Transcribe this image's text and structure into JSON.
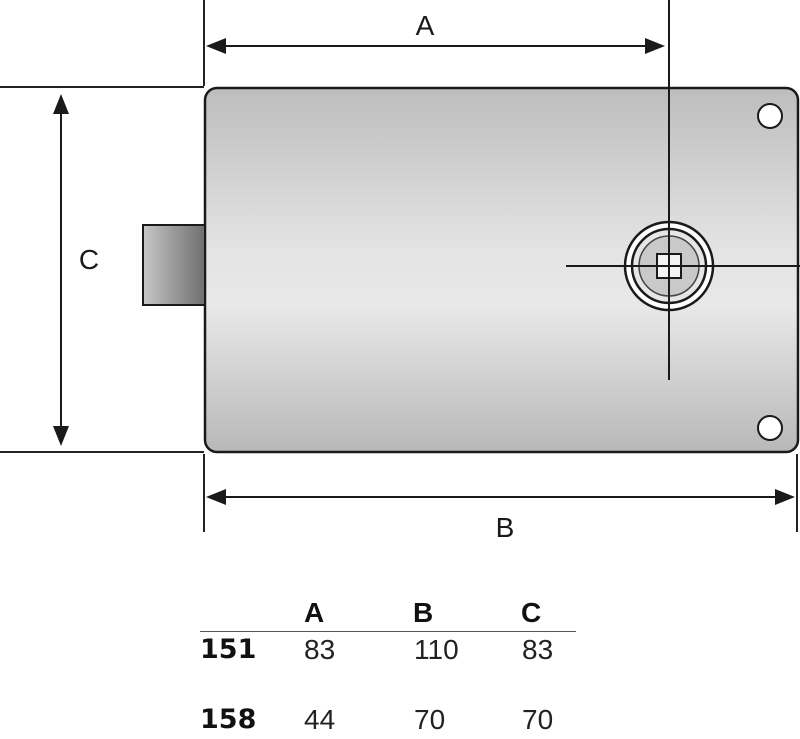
{
  "diagram": {
    "labels": {
      "a": "A",
      "b": "B",
      "c": "C"
    }
  },
  "table": {
    "headers": [
      "A",
      "B",
      "C"
    ],
    "rows": [
      {
        "model": "151",
        "a": "83",
        "b": "110",
        "c": "83"
      },
      {
        "model": "158",
        "a": "44",
        "b": "70",
        "c": "70"
      }
    ]
  }
}
